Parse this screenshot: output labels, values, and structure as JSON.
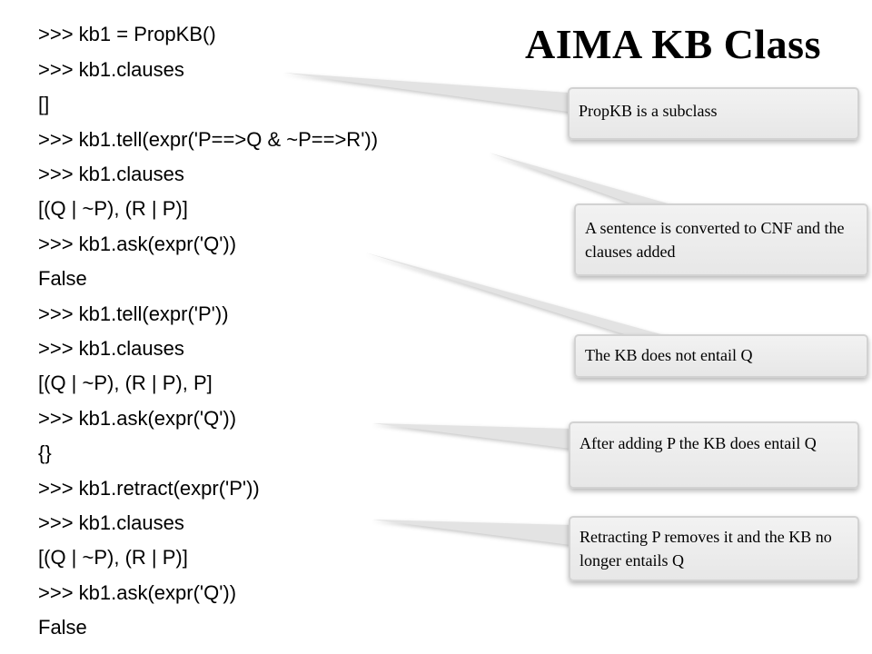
{
  "title": "AIMA KB Class",
  "code_lines": [
    ">>> kb1 = PropKB()",
    ">>> kb1.clauses",
    "[]",
    ">>> kb1.tell(expr('P==>Q & ~P==>R'))",
    ">>> kb1.clauses",
    "[(Q | ~P), (R | P)]",
    ">>> kb1.ask(expr('Q'))",
    "False",
    ">>> kb1.tell(expr('P'))",
    ">>> kb1.clauses",
    "[(Q | ~P), (R | P), P]",
    ">>> kb1.ask(expr('Q'))",
    "{}",
    ">>> kb1.retract(expr('P'))",
    ">>> kb1.clauses",
    "[(Q | ~P), (R | P)]",
    ">>> kb1.ask(expr('Q'))",
    "False"
  ],
  "callouts": [
    {
      "text": "PropKB is a subclass"
    },
    {
      "text": "A sentence is converted to CNF and the clauses added"
    },
    {
      "text": "The KB does not entail Q"
    },
    {
      "text": "After adding P the KB does entail Q"
    },
    {
      "text": "Retracting P removes it and the KB no longer entails Q"
    }
  ]
}
